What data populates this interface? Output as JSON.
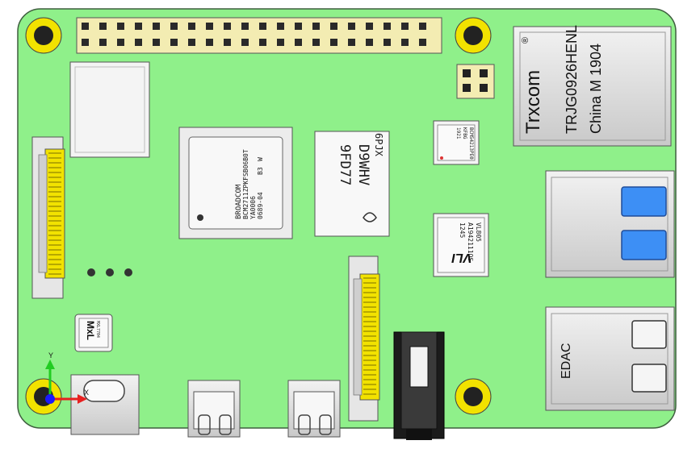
{
  "colors": {
    "board": "#8ff08a",
    "board_edge": "#3f5f3f",
    "metal": "#dedede",
    "metal_dark": "#9a9a9a",
    "chip": "#f4f4f4",
    "header_gold": "#f3ecb2",
    "hole_gold": "#f2e200",
    "usb_blue": "#3d8ff5",
    "vl_red": "#d81010",
    "axis_green": "#22cc22",
    "axis_red": "#e82020",
    "axis_blue": "#1a1aff"
  },
  "soc": {
    "line1": "BROADCOM",
    "line2": "BCM2711ZPKFSB06B0T",
    "line3": "YA0006",
    "line4": "0689-04",
    "line5": "B3",
    "line6": "W"
  },
  "ram": {
    "line1": "6PJX",
    "line2": "D9WHV",
    "line3": "9FD77"
  },
  "eth_phy": {
    "line1": "BCM54213PE0",
    "line2": "KFBG",
    "line3": "1921"
  },
  "usb_ctrl": {
    "brand": "VLI",
    "line1": "VL805",
    "line2": "A1942111OS",
    "line3": "1245"
  },
  "pmic": {
    "brand": "MxL",
    "line1": "MXL7704"
  },
  "ethernet_jack": {
    "brand": "Trxcom",
    "reg": "®",
    "line1": "TRJG0926HENL",
    "line2": "China M 1904"
  },
  "usb2_port": {
    "label": "EDAC"
  },
  "axis": {
    "y_label": "Y",
    "x_label": "X"
  }
}
